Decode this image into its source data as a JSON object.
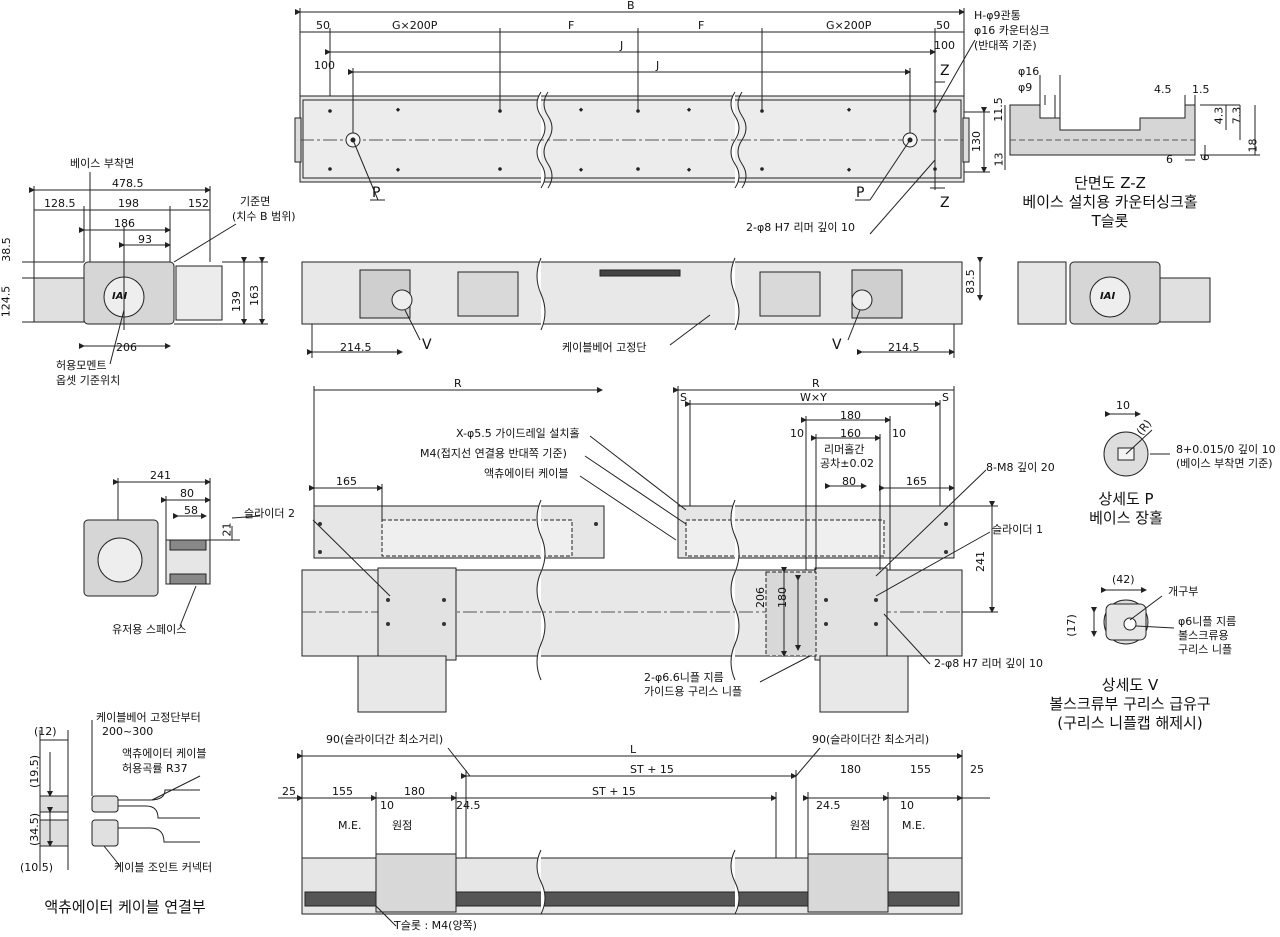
{
  "top_view": {
    "dims_top": [
      "B",
      "50",
      "G×200P",
      "F",
      "F",
      "G×200P",
      "50"
    ],
    "dims_j": [
      "J",
      "J",
      "100",
      "100"
    ],
    "hole_note": [
      "H-φ9관통",
      "φ16 카운터싱크",
      "(반대쪽 기준)"
    ],
    "p_marks": [
      "P",
      "P"
    ],
    "z_marks": [
      "Z",
      "Z"
    ],
    "height_dim": "130",
    "reamer_note": "2-φ8 H7 리머 깊이 10"
  },
  "section_zz": {
    "dims": [
      "φ16",
      "φ9",
      "11.5",
      "13",
      "4.5",
      "1.5",
      "4.3",
      "7.3",
      "18",
      "6",
      "6"
    ],
    "title": [
      "단면도 Z-Z",
      "베이스 설치용 카운터싱크홀",
      "T슬롯"
    ]
  },
  "end_view": {
    "base_label": "베이스 부착면",
    "ref_label": [
      "기준면",
      "(치수 B 범위)"
    ],
    "dims": [
      "478.5",
      "128.5",
      "198",
      "152",
      "186",
      "93",
      "38.5",
      "124.5",
      "139",
      "163",
      "206"
    ],
    "moment_label": [
      "허용모멘트",
      "옵셋 기준위치"
    ],
    "logo": "IAI"
  },
  "side_view": {
    "dims": [
      "214.5",
      "214.5",
      "83.5"
    ],
    "v_marks": [
      "V",
      "V"
    ],
    "conveyor_label": "케이블베어 고정단"
  },
  "slider_top": {
    "r_left": "R",
    "r_right": "R",
    "dims": [
      "S",
      "W×Y",
      "S",
      "180",
      "10",
      "160",
      "10",
      "80",
      "165",
      "165",
      "241",
      "206",
      "180"
    ],
    "reamer_tol": [
      "리머홀간",
      "공차±0.02"
    ],
    "notes": [
      "X-φ5.5 가이드레일 설치홀",
      "M4(접지선 연결용 반대쪽 기준)",
      "액츄에이터 케이블",
      "8-M8 깊이 20",
      "슬라이더 1",
      "슬라이더 2",
      "2-φ6.6니플 지름",
      "가이드용 구리스 니플",
      "2-φ8 H7 리머 깊이 10"
    ]
  },
  "user_space": {
    "dims": [
      "241",
      "80",
      "58",
      "21"
    ],
    "label": "유저용 스페이스"
  },
  "detail_p": {
    "dims": [
      "10",
      "(R)",
      "8+0.015/0 깊이 10",
      "(베이스 부착면 기준)"
    ],
    "title": [
      "상세도 P",
      "베이스 장홀"
    ]
  },
  "detail_v": {
    "dims": [
      "(42)",
      "(17)"
    ],
    "notes": [
      "개구부",
      "φ6니플 지름",
      "볼스크류용",
      "구리스 니플"
    ],
    "title": [
      "상세도 V",
      "볼스크류부 구리스 급유구",
      "(구리스 니플캡 해제시)"
    ]
  },
  "cable_detail": {
    "dims": [
      "(12)",
      "(19.5)",
      "(34.5)",
      "(10.5)"
    ],
    "notes": [
      "케이블베어 고정단부터",
      "200~300",
      "액츄에이터 케이블",
      "허용곡률 R37",
      "케이블 조인트 커넥터"
    ],
    "title": "액츄에이터 케이블 연결부"
  },
  "bottom_view": {
    "dims": [
      "L",
      "90(슬라이더간 최소거리)",
      "90(슬라이더간 최소거리)",
      "ST + 15",
      "ST + 15",
      "25",
      "155",
      "180",
      "180",
      "155",
      "25",
      "10",
      "10",
      "24.5",
      "24.5",
      "M.E.",
      "M.E.",
      "원점",
      "원점"
    ],
    "tslot": "T슬롯 : M4(양쪽)"
  },
  "colors": {
    "line": "#222222",
    "body": "#e3e3e3",
    "body_dark": "#c9c9c9",
    "center": "#555555"
  }
}
